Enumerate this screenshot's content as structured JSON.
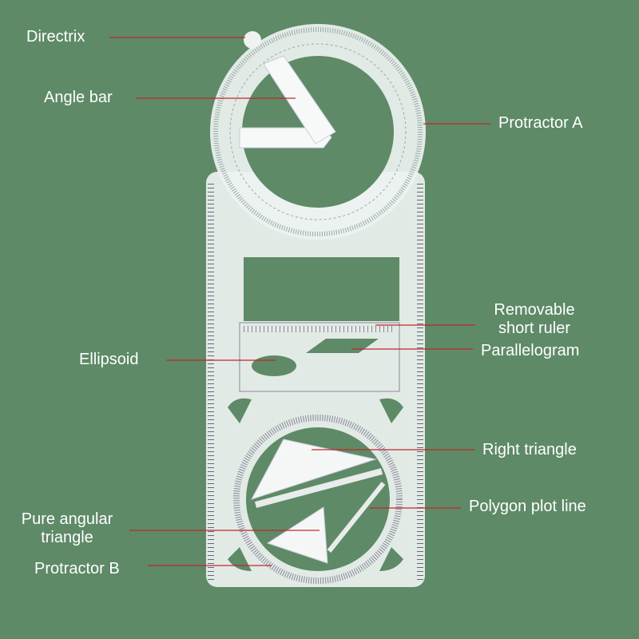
{
  "labels": {
    "directrix": "Directrix",
    "angle_bar": "Angle bar",
    "protractor_a": "Protractor A",
    "removable_short_ruler_1": "Removable",
    "removable_short_ruler_2": "short ruler",
    "parallelogram": "Parallelogram",
    "ellipsoid": "Ellipsoid",
    "right_triangle": "Right triangle",
    "polygon_plot_line": "Polygon plot line",
    "pure_angular_triangle_1": "Pure angular",
    "pure_angular_triangle_2": "triangle",
    "protractor_b": "Protractor B"
  },
  "colors": {
    "background": "#5e8a67",
    "leader_line": "#c0282d",
    "plastic": "#eef2f0"
  }
}
